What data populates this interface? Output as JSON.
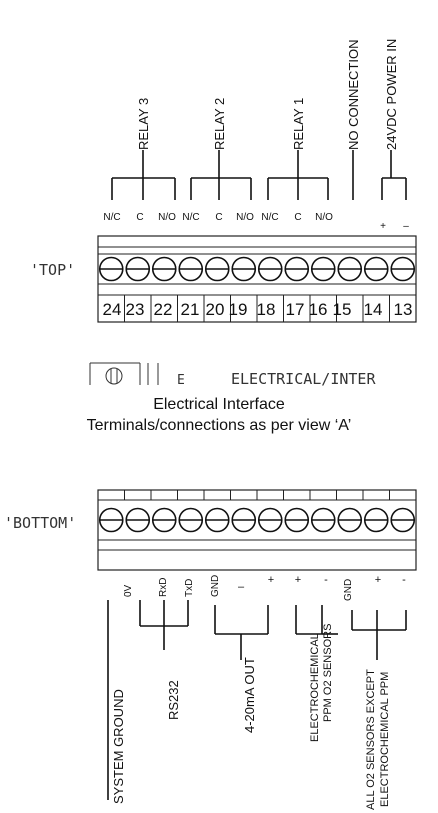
{
  "top": {
    "group_labels": [
      "RELAY 3",
      "RELAY 2",
      "RELAY 1",
      "NO CONNECTION",
      "24VDC POWER IN"
    ],
    "pin_labels": [
      "N/C",
      "C",
      "N/O",
      "N/C",
      "C",
      "N/O",
      "N/C",
      "C",
      "N/O",
      "+",
      "–"
    ],
    "side_label": "'TOP'",
    "terminal_numbers": [
      "24",
      "23",
      "22",
      "21",
      "20",
      "19",
      "18",
      "17",
      "16",
      "15",
      "14",
      "13"
    ]
  },
  "legend": {
    "title": "ELECTRICAL/INTER",
    "symbol_letter": "E"
  },
  "caption": {
    "line1": "Electrical Interface",
    "line2": "Terminals/connections as per view ‘A’"
  },
  "bottom": {
    "side_label": "'BOTTOM'",
    "pin_labels": [
      "0V",
      "RxD",
      "TxD",
      "GND",
      "–",
      "+",
      "+",
      "-",
      "GND",
      "+",
      "-"
    ],
    "group_labels": [
      "SYSTEM GROUND",
      "RS232",
      "4-20mA OUT",
      "ELECTROCHEMICAL",
      "PPM O2 SENSORS",
      "ALL O2 SENSORS EXCEPT",
      "ELECTROCHEMICAL PPM"
    ]
  }
}
